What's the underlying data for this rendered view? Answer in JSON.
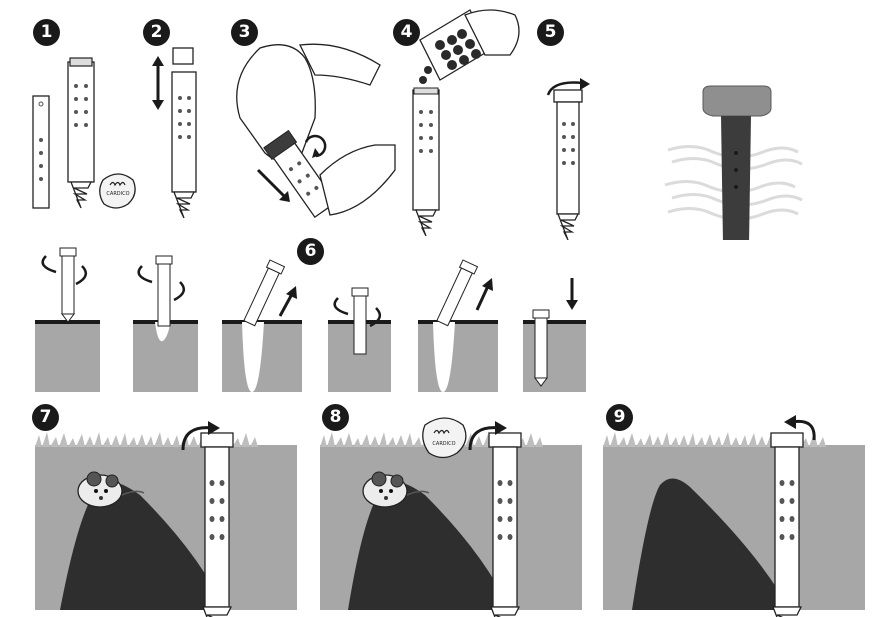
{
  "steps": {
    "s1": "1",
    "s2": "2",
    "s3": "3",
    "s4": "4",
    "s5": "5",
    "s6": "6",
    "s7": "7",
    "s8": "8",
    "s9": "9"
  },
  "capsule": {
    "brand": "CARDICO",
    "icon": "wave-logo-icon"
  },
  "colors": {
    "ground": "#a7a7a7",
    "mound": "#2e2e2e",
    "grass": "#b9b9b9",
    "sky": "#ffffff",
    "ink": "#1a1a1a",
    "device_dark": "#3c3c3c",
    "device_cap": "#8f8f8f"
  }
}
